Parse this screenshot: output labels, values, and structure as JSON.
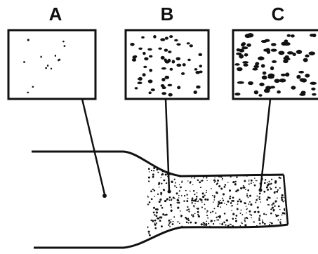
{
  "panels": [
    {
      "label": "A",
      "density": "sparse"
    },
    {
      "label": "B",
      "density": "medium"
    },
    {
      "label": "C",
      "density": "dense"
    }
  ],
  "colors": {
    "ink": "#111111",
    "background": "#ffffff"
  }
}
